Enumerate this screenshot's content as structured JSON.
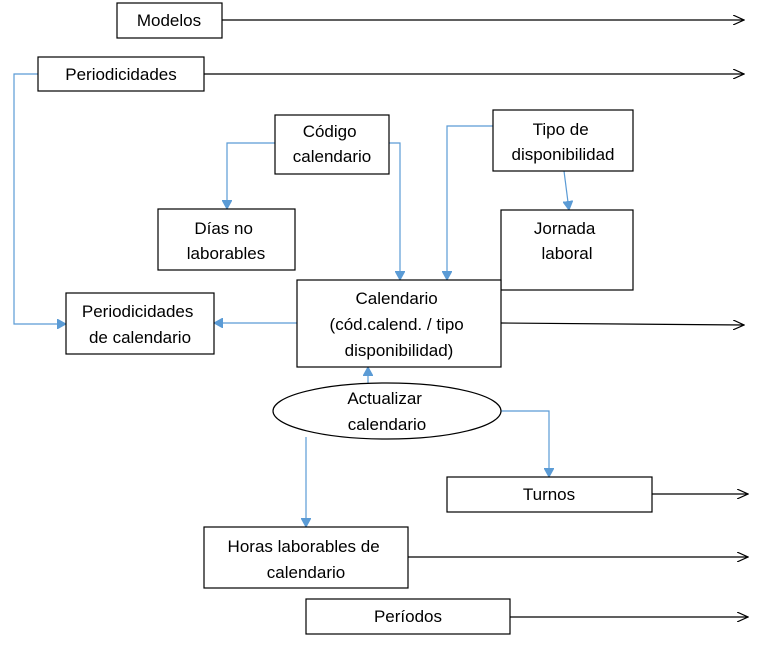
{
  "nodes": {
    "modelos": [
      "Modelos"
    ],
    "periodicidades": [
      "Periodicidades"
    ],
    "codigo_calendario": [
      "Código",
      "calendario"
    ],
    "tipo_disponibilidad": [
      "Tipo de",
      "disponibilidad"
    ],
    "dias_no_laborables": [
      "Días no",
      "laborables"
    ],
    "jornada_laboral": [
      "Jornada",
      "laboral"
    ],
    "periodicidades_calendario": [
      "Periodicidades",
      "de calendario"
    ],
    "calendario": [
      "Calendario",
      "(cód.calend. / tipo",
      "disponibilidad)"
    ],
    "actualizar_calendario": [
      "Actualizar",
      "calendario"
    ],
    "turnos": [
      "Turnos"
    ],
    "horas_laborables": [
      "Horas laborables de",
      "calendario"
    ],
    "periodos": [
      "Períodos"
    ]
  },
  "colors": {
    "box_stroke": "#000000",
    "connector_blue": "#5b9bd5",
    "connector_black": "#000000",
    "background": "#ffffff"
  }
}
